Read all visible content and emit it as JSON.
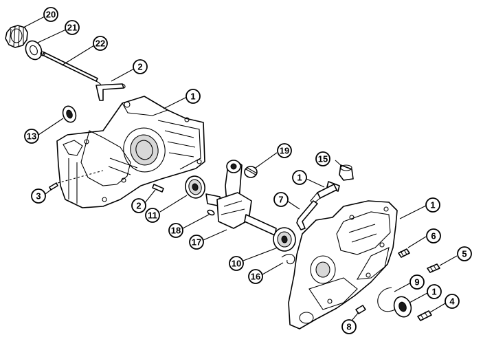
{
  "callouts": [
    {
      "id": "c20",
      "label": "20"
    },
    {
      "id": "c21",
      "label": "21"
    },
    {
      "id": "c22",
      "label": "22"
    },
    {
      "id": "c2a",
      "label": "2"
    },
    {
      "id": "c1a",
      "label": "1"
    },
    {
      "id": "c13",
      "label": "13"
    },
    {
      "id": "c3",
      "label": "3"
    },
    {
      "id": "c2b",
      "label": "2"
    },
    {
      "id": "c11",
      "label": "11"
    },
    {
      "id": "c19",
      "label": "19"
    },
    {
      "id": "c15",
      "label": "15"
    },
    {
      "id": "c1b",
      "label": "1"
    },
    {
      "id": "c7",
      "label": "7"
    },
    {
      "id": "c1c",
      "label": "1"
    },
    {
      "id": "c18",
      "label": "18"
    },
    {
      "id": "c17",
      "label": "17"
    },
    {
      "id": "c6",
      "label": "6"
    },
    {
      "id": "c5",
      "label": "5"
    },
    {
      "id": "c10",
      "label": "10"
    },
    {
      "id": "c16",
      "label": "16"
    },
    {
      "id": "c9",
      "label": "9"
    },
    {
      "id": "c1d",
      "label": "1"
    },
    {
      "id": "c4",
      "label": "4"
    },
    {
      "id": "c8",
      "label": "8"
    }
  ]
}
